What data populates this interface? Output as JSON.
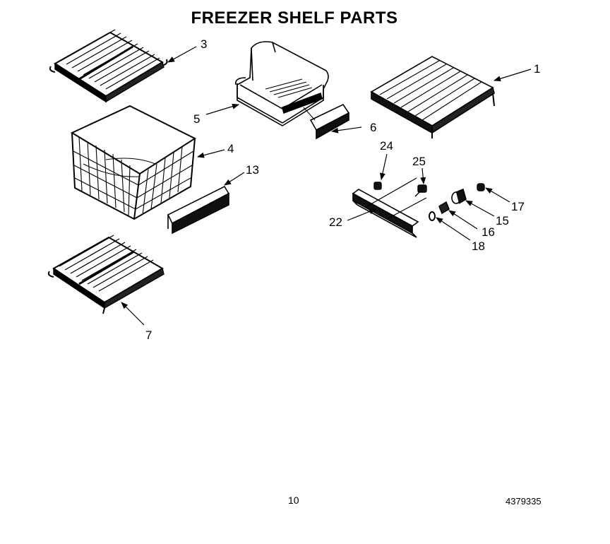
{
  "title": "FREEZER SHELF PARTS",
  "page_number": "10",
  "document_number": "4379335",
  "callouts": {
    "c1": "1",
    "c3": "3",
    "c4": "4",
    "c5": "5",
    "c6": "6",
    "c7": "7",
    "c13": "13",
    "c15": "15",
    "c16": "16",
    "c17": "17",
    "c18": "18",
    "c22": "22",
    "c24": "24",
    "c25": "25"
  }
}
